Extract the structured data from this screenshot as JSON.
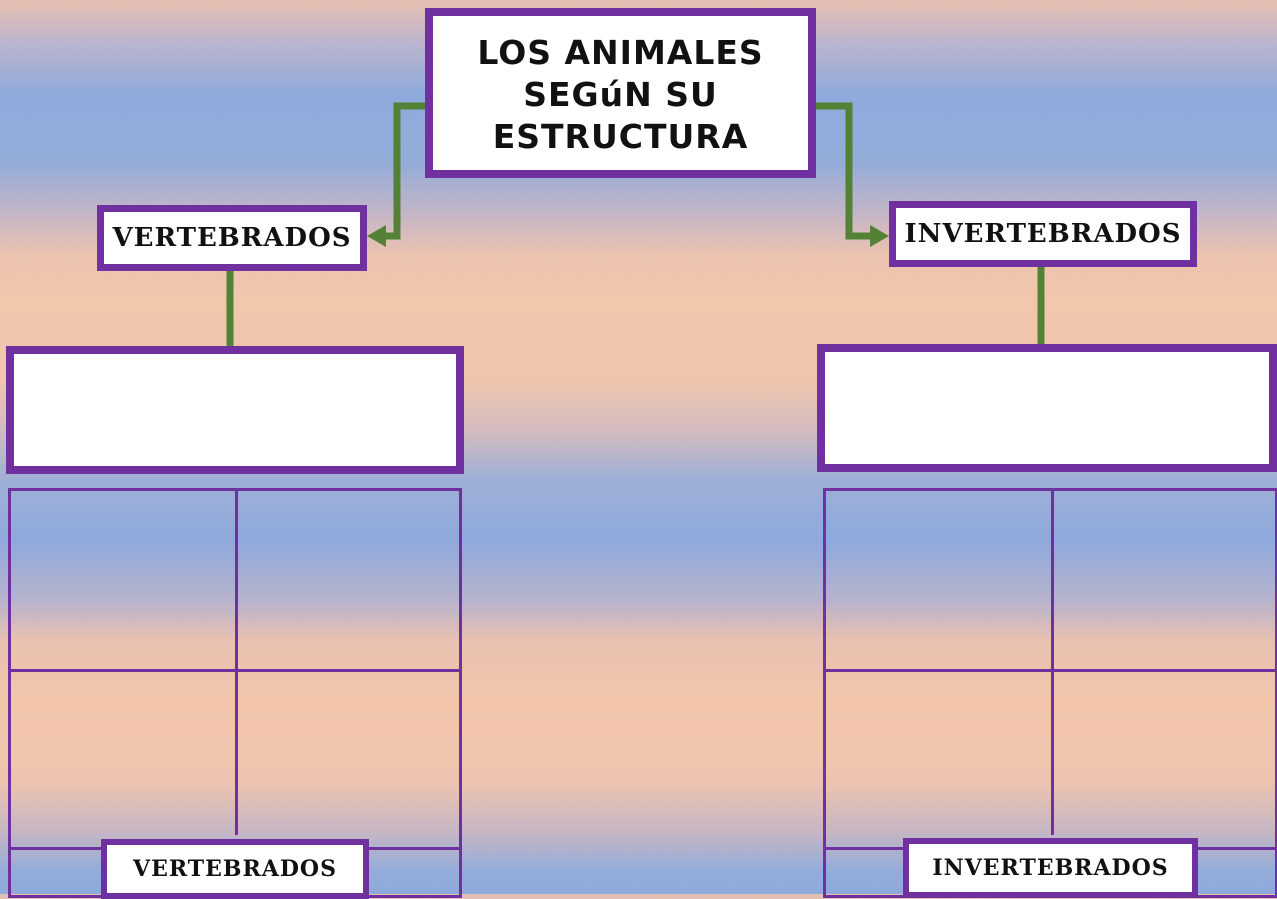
{
  "diagram": {
    "title_lines": [
      "LOS ANIMALES",
      "SEGúN SU",
      "ESTRUCTURA"
    ],
    "left_branch": {
      "label": "VERTEBRADOS",
      "answer_text": "",
      "grid_cells": [
        "",
        "",
        "",
        ""
      ],
      "bottom_label": "VERTEBRADOS"
    },
    "right_branch": {
      "label": "INVERTEBRADOS",
      "answer_text": "",
      "grid_cells": [
        "",
        "",
        "",
        ""
      ],
      "bottom_label": "INVERTEBRADOS"
    }
  },
  "colors": {
    "box_border": "#7030a0",
    "connector": "#538135",
    "box_fill": "#ffffff",
    "text": "#111111"
  }
}
